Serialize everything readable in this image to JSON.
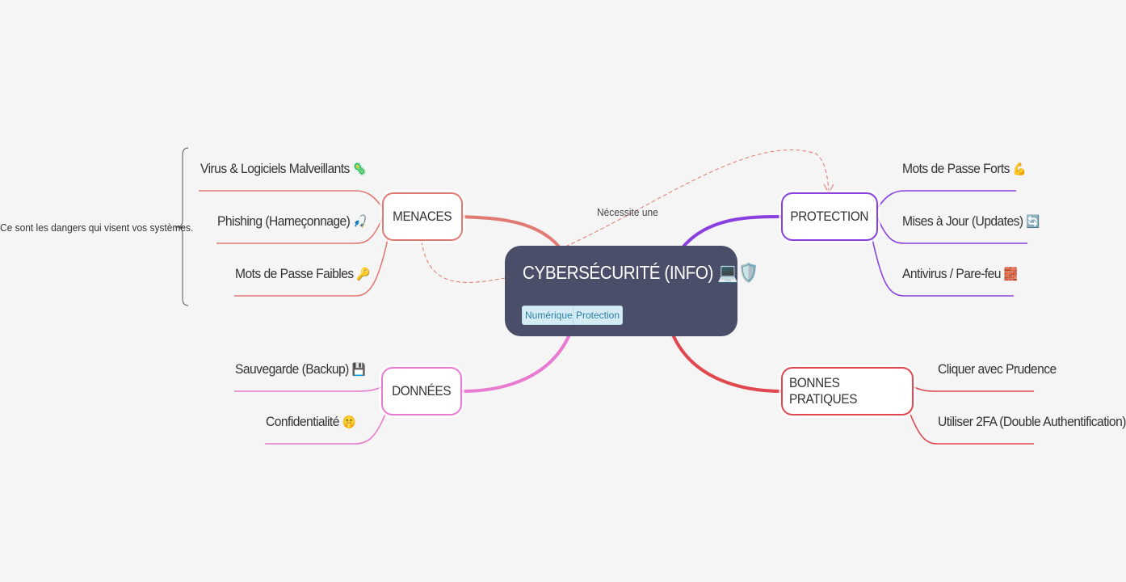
{
  "central": {
    "title": "CYBERSÉCURITÉ (INFO) 💻🛡️",
    "labels": [
      "Numérique",
      "Protection"
    ]
  },
  "relationship": {
    "label": "Nécessite une"
  },
  "summary": {
    "text": "Ce sont les dangers qui visent vos systèmes."
  },
  "branches": {
    "menaces": {
      "label": "MENACES",
      "color": "#e07a73",
      "items": [
        {
          "label": "Virus & Logiciels Malveillants",
          "emoji": "🦠"
        },
        {
          "label": "Phishing (Hameçonnage)",
          "emoji": "🎣"
        },
        {
          "label": "Mots de Passe Faibles",
          "emoji": "🔑"
        }
      ]
    },
    "protection": {
      "label": "PROTECTION",
      "color": "#8a3fe0",
      "items": [
        {
          "label": "Mots de Passe Forts",
          "emoji": "💪"
        },
        {
          "label": "Mises à Jour (Updates)",
          "emoji": "🔄"
        },
        {
          "label": "Antivirus / Pare-feu",
          "emoji": "🧱"
        }
      ]
    },
    "donnees": {
      "label": "DONNÉES",
      "color": "#e87ad0",
      "items": [
        {
          "label": "Sauvegarde (Backup)",
          "emoji": "💾"
        },
        {
          "label": "Confidentialité",
          "emoji": "🤫"
        }
      ]
    },
    "bonnes_pratiques": {
      "label": "BONNES PRATIQUES",
      "color": "#e0474f",
      "items": [
        {
          "label": "Cliquer avec Prudence",
          "emoji": ""
        },
        {
          "label": "Utiliser 2FA (Double Authentification)",
          "emoji": ""
        }
      ]
    }
  }
}
